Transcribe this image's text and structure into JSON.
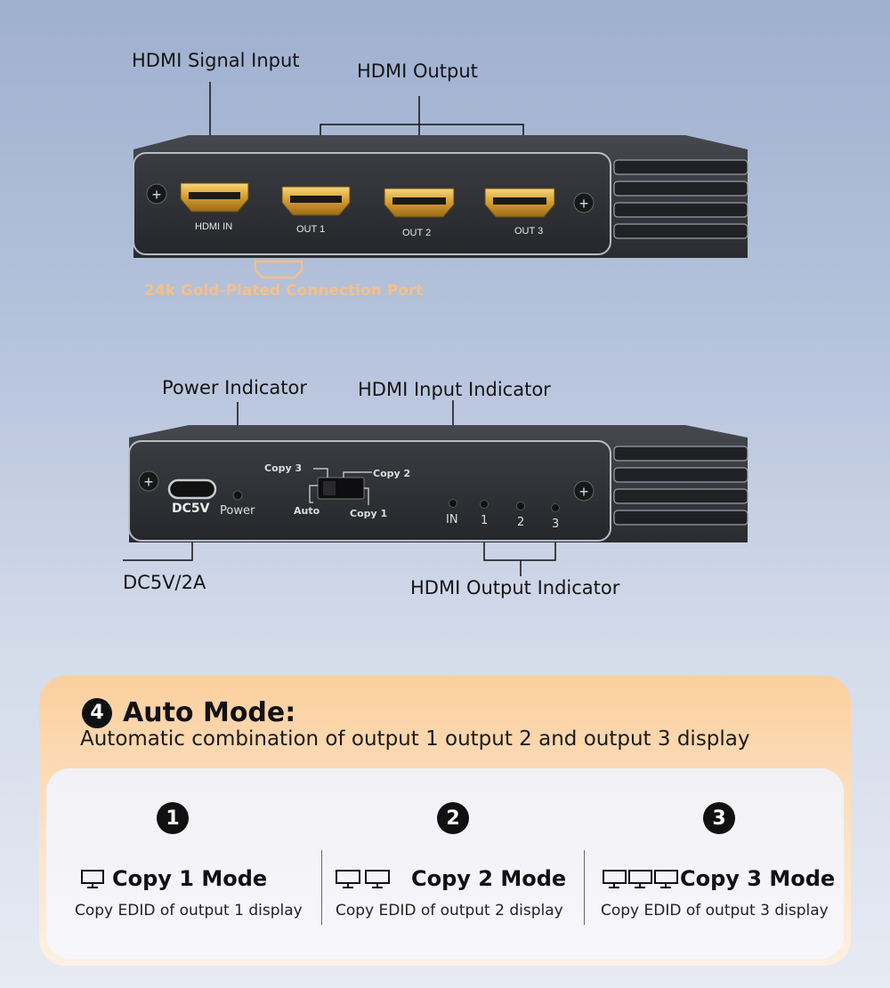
{
  "top_device": {
    "callouts": {
      "input": "HDMI Signal Input",
      "output": "HDMI Output",
      "gold": "24k Gold-Plated Connection Port"
    },
    "ports": [
      "HDMI IN",
      "OUT 1",
      "OUT 2",
      "OUT 3"
    ]
  },
  "bottom_device": {
    "callouts": {
      "power": "Power Indicator",
      "input": "HDMI Input Indicator",
      "dc": "DC5V/2A",
      "output": "HDMI Output Indicator"
    },
    "panel": {
      "dc_label": "DC5V",
      "power_label": "Power",
      "copy3": "Copy 3",
      "copy2": "Copy 2",
      "auto": "Auto",
      "copy1": "Copy 1",
      "leds": [
        "IN",
        "1",
        "2",
        "3"
      ]
    }
  },
  "mode_card": {
    "badge": "4",
    "title": "Auto Mode:",
    "subtitle": "Automatic combination of output 1 output 2  and output 3 display",
    "modes": [
      {
        "num": "1",
        "title": "Copy 1 Mode",
        "desc": "Copy EDID of output 1 display",
        "monitors": 1
      },
      {
        "num": "2",
        "title": "Copy 2 Mode",
        "desc": "Copy EDID of output 2 display",
        "monitors": 2
      },
      {
        "num": "3",
        "title": "Copy 3 Mode",
        "desc": "Copy EDID of output 3 display",
        "monitors": 3
      }
    ]
  },
  "colors": {
    "device_body": "#2b2d31",
    "gold": "#d9a43a",
    "accent_orange": "#fbcf9e",
    "callout_gold_text": "#f2c18a"
  }
}
